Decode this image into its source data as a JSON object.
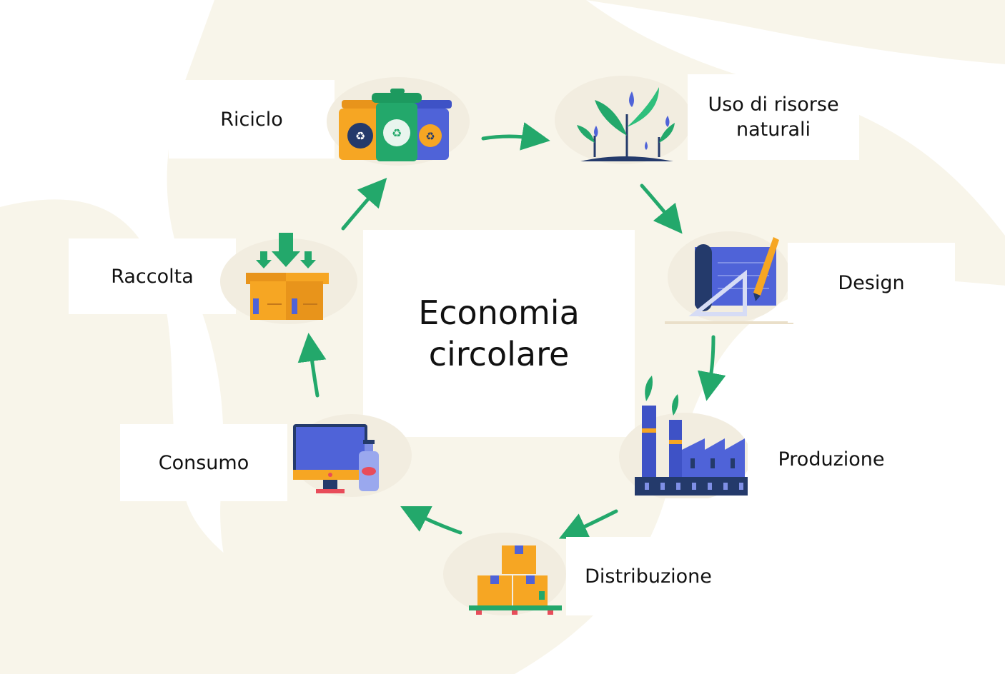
{
  "diagram": {
    "title_line1": "Economia",
    "title_line2": "circolare",
    "steps": [
      {
        "id": "riciclo",
        "label": "Riciclo"
      },
      {
        "id": "risorse",
        "label_line1": "Uso di risorse",
        "label_line2": "naturali"
      },
      {
        "id": "design",
        "label": "Design"
      },
      {
        "id": "produzione",
        "label": "Produzione"
      },
      {
        "id": "distribuzione",
        "label": "Distribuzione"
      },
      {
        "id": "consumo",
        "label": "Consumo"
      },
      {
        "id": "raccolta",
        "label": "Raccolta"
      }
    ]
  },
  "colors": {
    "background_blob": "#f8f5ea",
    "arrow_green": "#23a86b",
    "orange": "#f6a623",
    "green": "#23a86b",
    "blue": "#4f63d8",
    "navy": "#243a6b"
  }
}
